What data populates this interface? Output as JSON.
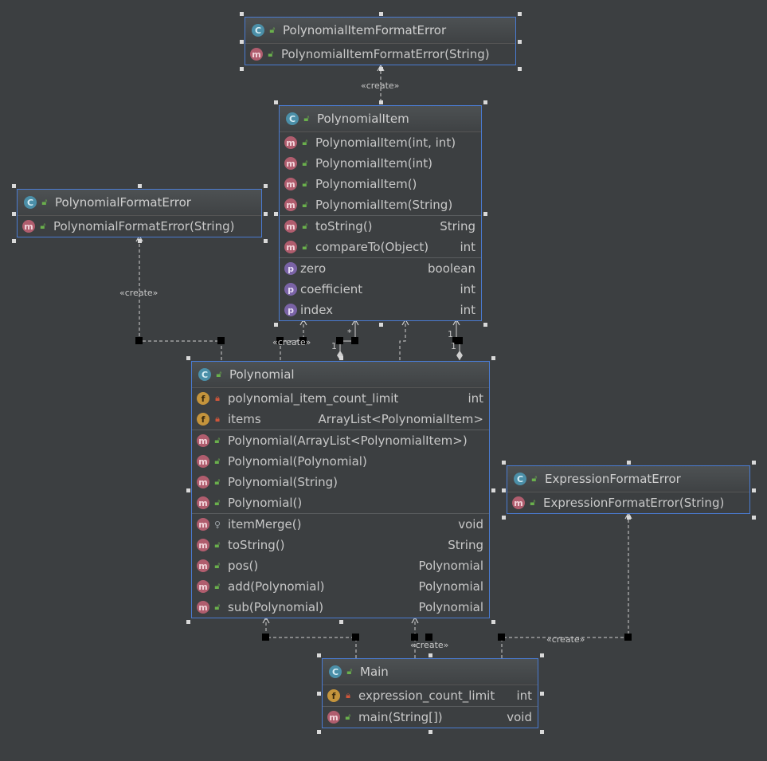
{
  "classes": {
    "polynomial_item_format_error": {
      "name": "PolynomialItemFormatError",
      "methods": [
        "PolynomialItemFormatError(String)"
      ]
    },
    "polynomial_item": {
      "name": "PolynomialItem",
      "constructors": [
        "PolynomialItem(int, int)",
        "PolynomialItem(int)",
        "PolynomialItem()",
        "PolynomialItem(String)"
      ],
      "methods": [
        {
          "name": "toString()",
          "type": "String"
        },
        {
          "name": "compareTo(Object)",
          "type": "int"
        }
      ],
      "properties": [
        {
          "name": "zero",
          "type": "boolean"
        },
        {
          "name": "coefficient",
          "type": "int"
        },
        {
          "name": "index",
          "type": "int"
        }
      ]
    },
    "polynomial_format_error": {
      "name": "PolynomialFormatError",
      "methods": [
        "PolynomialFormatError(String)"
      ]
    },
    "polynomial": {
      "name": "Polynomial",
      "fields": [
        {
          "name": "polynomial_item_count_limit",
          "type": "int"
        },
        {
          "name": "items",
          "type": "ArrayList<PolynomialItem>"
        }
      ],
      "constructors": [
        "Polynomial(ArrayList<PolynomialItem>)",
        "Polynomial(Polynomial)",
        "Polynomial(String)",
        "Polynomial()"
      ],
      "methods": [
        {
          "name": "itemMerge()",
          "type": "void"
        },
        {
          "name": "toString()",
          "type": "String"
        },
        {
          "name": "pos()",
          "type": "Polynomial"
        },
        {
          "name": "add(Polynomial)",
          "type": "Polynomial"
        },
        {
          "name": "sub(Polynomial)",
          "type": "Polynomial"
        }
      ]
    },
    "expression_format_error": {
      "name": "ExpressionFormatError",
      "methods": [
        "ExpressionFormatError(String)"
      ]
    },
    "main": {
      "name": "Main",
      "fields": [
        {
          "name": "expression_count_limit",
          "type": "int"
        }
      ],
      "methods": [
        {
          "name": "main(String[])",
          "type": "void"
        }
      ]
    }
  },
  "edge_labels": {
    "create": "«create»",
    "one": "1",
    "many": "*"
  },
  "icons": {
    "class": "C",
    "method": "m",
    "field": "f",
    "property": "p"
  },
  "colors": {
    "border": "#4a7bd1",
    "background": "#3c3f41",
    "edge": "#cfcfcf"
  }
}
